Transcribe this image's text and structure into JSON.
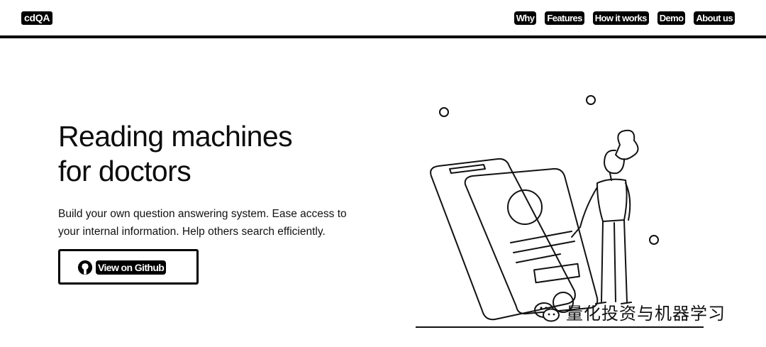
{
  "nav": {
    "logo": "cdQA",
    "links": [
      "Why",
      "Features",
      "How it works",
      "Demo",
      "About us"
    ]
  },
  "hero": {
    "title_line1": "Reading machines",
    "title_line2": "for doctors",
    "subtitle": "Build your own question answering system. Ease access to your internal information. Help others search efficiently.",
    "cta_label": "View on Github"
  },
  "icons": {
    "cta_icon": "github-icon",
    "watermark_icon": "wechat-icon"
  },
  "watermark": {
    "text": "量化投资与机器学习"
  }
}
